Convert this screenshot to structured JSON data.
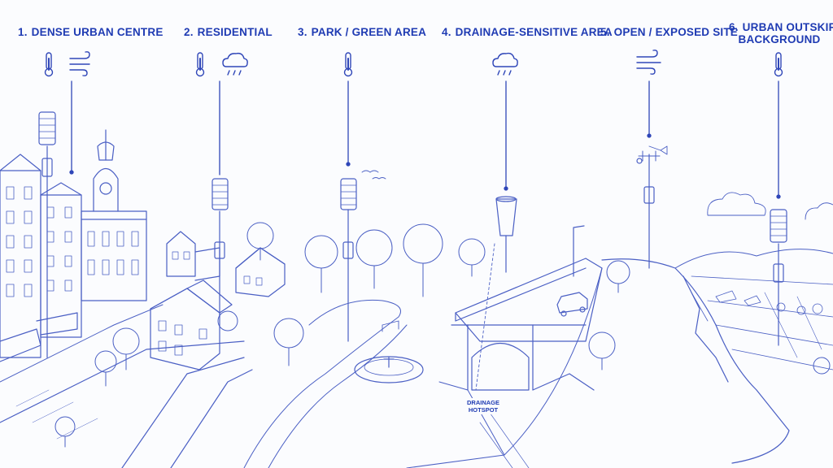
{
  "zones": [
    {
      "number": "1.",
      "title": "DENSE URBAN CENTRE",
      "icons": [
        "thermometer-icon",
        "wind-icon"
      ]
    },
    {
      "number": "2.",
      "title": "RESIDENTIAL",
      "icons": [
        "thermometer-icon",
        "rain-cloud-icon"
      ]
    },
    {
      "number": "3.",
      "title": "PARK / GREEN AREA",
      "icons": [
        "thermometer-icon"
      ]
    },
    {
      "number": "4.",
      "title": "DRAINAGE-SENSITIVE AREA",
      "icons": [
        "rain-cloud-icon"
      ]
    },
    {
      "number": "5.",
      "title": "OPEN / EXPOSED SITE",
      "icons": [
        "wind-icon"
      ]
    },
    {
      "number": "6.",
      "title_line1": "URBAN OUTSKIRTS /",
      "title_line2": "BACKGROUND",
      "icons": [
        "thermometer-icon"
      ]
    }
  ],
  "annotation": {
    "line1": "DRAINAGE",
    "line2": "HOTSPOT"
  },
  "colors": {
    "ink": "#2f46b8",
    "label": "#1f3bb3",
    "background": "#fbfcfe",
    "sketch": "#4a5fc4"
  }
}
